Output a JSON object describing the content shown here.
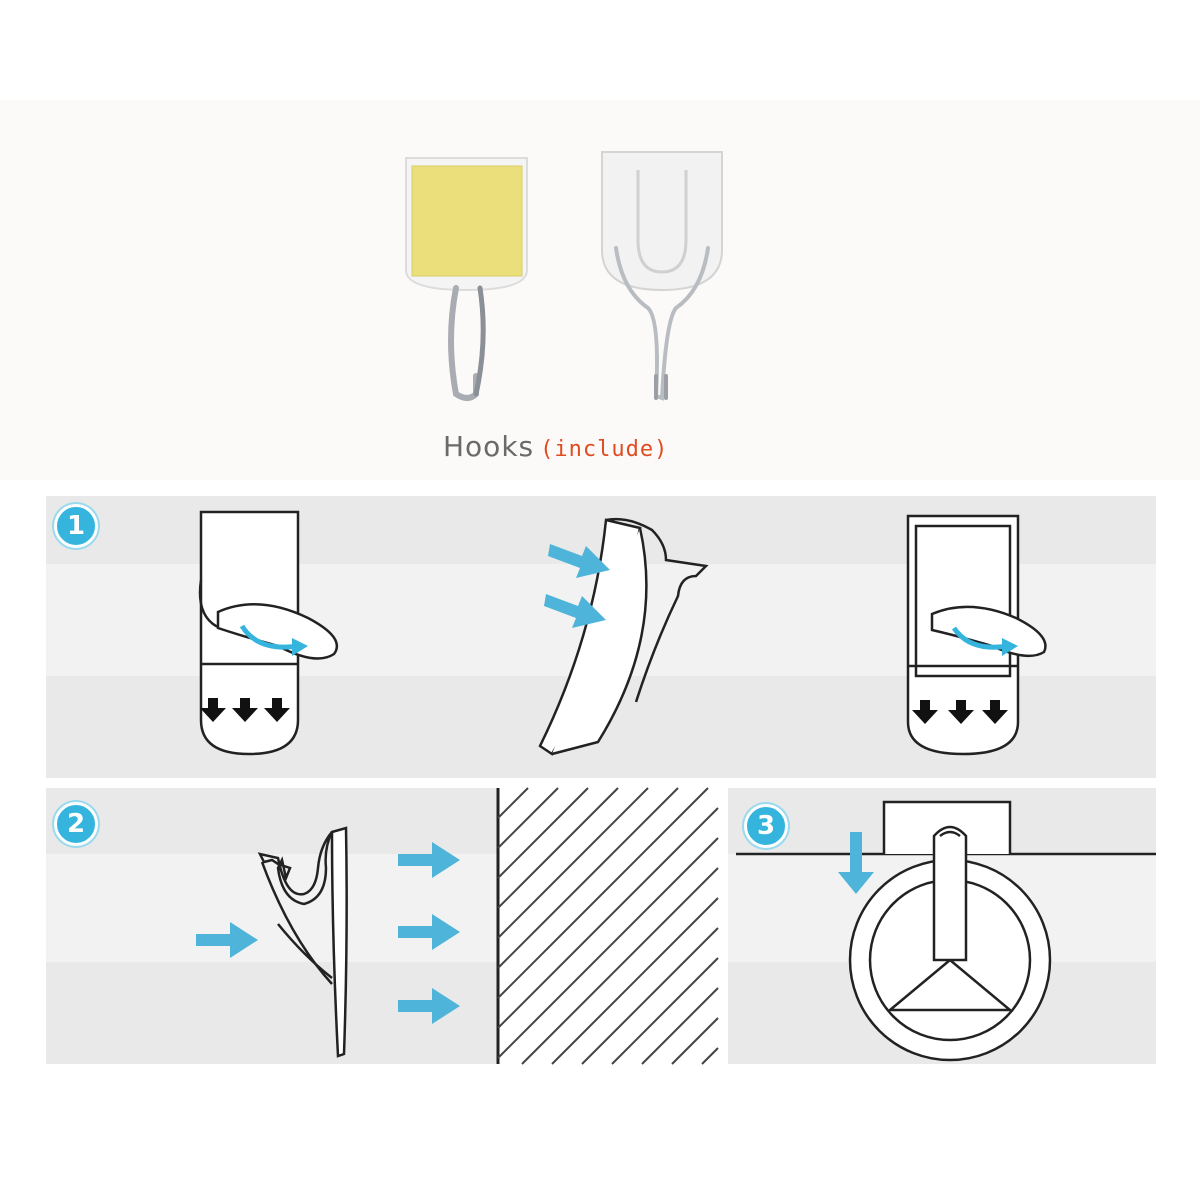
{
  "caption": {
    "main": "Hooks",
    "paren": "(include)"
  },
  "steps": [
    {
      "number": "1"
    },
    {
      "number": "2"
    },
    {
      "number": "3"
    }
  ],
  "colors": {
    "accent": "#35b5dd",
    "caption_paren": "#e14b22",
    "adhesive": "#eadf7a",
    "panel": "#e9e9e9"
  },
  "icons": [
    "finger-peel-icon",
    "press-arrow-icon",
    "down-arrow-icon",
    "hook-side-icon",
    "wall-hatch-icon",
    "ring-hook-icon"
  ]
}
